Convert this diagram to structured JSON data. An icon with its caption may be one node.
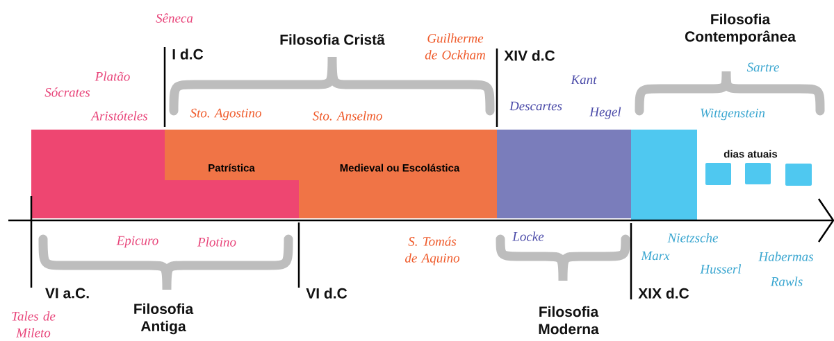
{
  "diagram": {
    "nodes": [
      {
        "text": [],
        "shape": "bar"
      },
      {
        "text": [
          "Patrística",
          "Medieval ou Escolástica"
        ]
      },
      {
        "text": [],
        "shape": "bar"
      },
      {
        "text": [],
        "shape": "bar"
      },
      {
        "text": [],
        "shape": "box"
      },
      {
        "text": [],
        "shape": "box"
      },
      {
        "text": [],
        "shape": "box"
      }
    ],
    "edges": [],
    "labels": [
      "Sêneca",
      "Filosofia Cristã",
      "Filosofia Contemporânea",
      "Guilherme de Ockham",
      "I d.C",
      "XIV d.C",
      "Platão",
      "Kant",
      "Sartre",
      "Sócrates",
      "Aristóteles",
      "Sto. Agostino",
      "Sto. Anselmo",
      "Descartes",
      "Hegel",
      "Wittgenstein",
      "dias atuais",
      "Epicuro",
      "Plotino",
      "Locke",
      "Nietzsche",
      "S. Tomás de Aquino",
      "Marx",
      "Habermas",
      "Husserl",
      "Rawls",
      "VI a.C.",
      "VI d.C",
      "XIX d.C",
      "Tales de Mileto",
      "Filosofia Antiga",
      "Filosofia Moderna"
    ]
  }
}
